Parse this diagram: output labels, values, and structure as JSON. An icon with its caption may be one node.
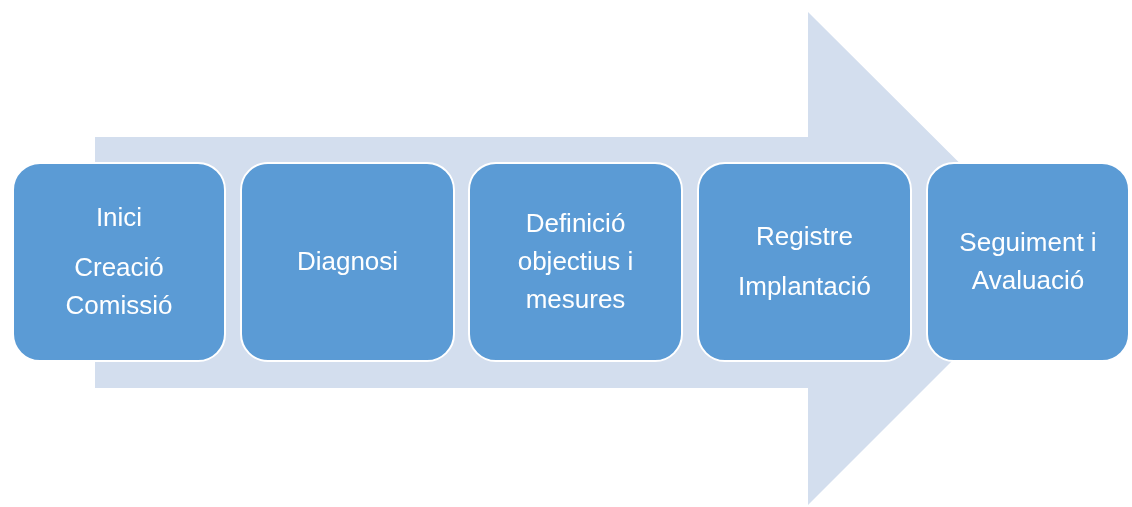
{
  "diagram": {
    "nodes": [
      {
        "text": [
          "Inici",
          "Creació Comissió"
        ]
      },
      {
        "text": [
          "Diagnosi"
        ]
      },
      {
        "text": [
          "Definició objectius i mesures"
        ]
      },
      {
        "text": [
          "Registre",
          "Implantació"
        ]
      },
      {
        "text": [
          "Seguiment i Avaluació"
        ]
      }
    ],
    "edges": [
      {
        "from": 0,
        "to": 4,
        "arrow": "to"
      }
    ]
  }
}
